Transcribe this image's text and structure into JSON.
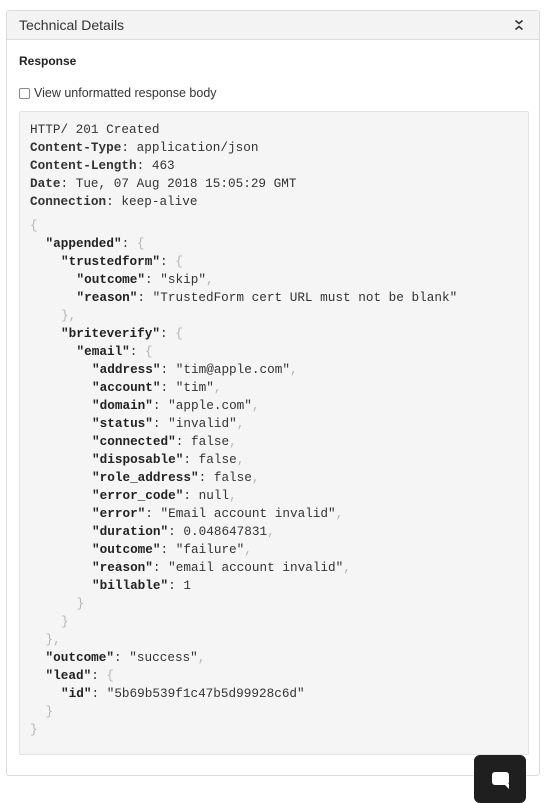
{
  "panel": {
    "title": "Technical Details",
    "collapse_icon": "chevron-collapse-icon"
  },
  "response": {
    "section_title": "Response",
    "checkbox_label": "View unformatted response body",
    "checkbox_checked": false,
    "status_line": "HTTP/ 201 Created",
    "headers": [
      {
        "key": "Content-Type",
        "value": "application/json"
      },
      {
        "key": "Content-Length",
        "value": "463"
      },
      {
        "key": "Date",
        "value": "Tue, 07 Aug 2018 15:05:29 GMT"
      },
      {
        "key": "Connection",
        "value": "keep-alive"
      }
    ],
    "body_lines": [
      {
        "indent": 0,
        "tokens": [
          {
            "t": "punct",
            "v": "{"
          }
        ]
      },
      {
        "indent": 1,
        "tokens": [
          {
            "t": "key",
            "v": "\"appended\""
          },
          {
            "t": "plain",
            "v": ": "
          },
          {
            "t": "punct",
            "v": "{"
          }
        ]
      },
      {
        "indent": 2,
        "tokens": [
          {
            "t": "key",
            "v": "\"trustedform\""
          },
          {
            "t": "plain",
            "v": ": "
          },
          {
            "t": "punct",
            "v": "{"
          }
        ]
      },
      {
        "indent": 3,
        "tokens": [
          {
            "t": "key",
            "v": "\"outcome\""
          },
          {
            "t": "plain",
            "v": ": "
          },
          {
            "t": "str",
            "v": "\"skip\""
          },
          {
            "t": "punct",
            "v": ","
          }
        ]
      },
      {
        "indent": 3,
        "tokens": [
          {
            "t": "key",
            "v": "\"reason\""
          },
          {
            "t": "plain",
            "v": ": "
          },
          {
            "t": "str",
            "v": "\"TrustedForm cert URL must not be blank\""
          }
        ]
      },
      {
        "indent": 2,
        "tokens": [
          {
            "t": "punct",
            "v": "},"
          }
        ]
      },
      {
        "indent": 2,
        "tokens": [
          {
            "t": "key",
            "v": "\"briteverify\""
          },
          {
            "t": "plain",
            "v": ": "
          },
          {
            "t": "punct",
            "v": "{"
          }
        ]
      },
      {
        "indent": 3,
        "tokens": [
          {
            "t": "key",
            "v": "\"email\""
          },
          {
            "t": "plain",
            "v": ": "
          },
          {
            "t": "punct",
            "v": "{"
          }
        ]
      },
      {
        "indent": 4,
        "tokens": [
          {
            "t": "key",
            "v": "\"address\""
          },
          {
            "t": "plain",
            "v": ": "
          },
          {
            "t": "str",
            "v": "\"tim@apple.com\""
          },
          {
            "t": "punct",
            "v": ","
          }
        ]
      },
      {
        "indent": 4,
        "tokens": [
          {
            "t": "key",
            "v": "\"account\""
          },
          {
            "t": "plain",
            "v": ": "
          },
          {
            "t": "str",
            "v": "\"tim\""
          },
          {
            "t": "punct",
            "v": ","
          }
        ]
      },
      {
        "indent": 4,
        "tokens": [
          {
            "t": "key",
            "v": "\"domain\""
          },
          {
            "t": "plain",
            "v": ": "
          },
          {
            "t": "str",
            "v": "\"apple.com\""
          },
          {
            "t": "punct",
            "v": ","
          }
        ]
      },
      {
        "indent": 4,
        "tokens": [
          {
            "t": "key",
            "v": "\"status\""
          },
          {
            "t": "plain",
            "v": ": "
          },
          {
            "t": "str",
            "v": "\"invalid\""
          },
          {
            "t": "punct",
            "v": ","
          }
        ]
      },
      {
        "indent": 4,
        "tokens": [
          {
            "t": "key",
            "v": "\"connected\""
          },
          {
            "t": "plain",
            "v": ": "
          },
          {
            "t": "lit",
            "v": "false"
          },
          {
            "t": "punct",
            "v": ","
          }
        ]
      },
      {
        "indent": 4,
        "tokens": [
          {
            "t": "key",
            "v": "\"disposable\""
          },
          {
            "t": "plain",
            "v": ": "
          },
          {
            "t": "lit",
            "v": "false"
          },
          {
            "t": "punct",
            "v": ","
          }
        ]
      },
      {
        "indent": 4,
        "tokens": [
          {
            "t": "key",
            "v": "\"role_address\""
          },
          {
            "t": "plain",
            "v": ": "
          },
          {
            "t": "lit",
            "v": "false"
          },
          {
            "t": "punct",
            "v": ","
          }
        ]
      },
      {
        "indent": 4,
        "tokens": [
          {
            "t": "key",
            "v": "\"error_code\""
          },
          {
            "t": "plain",
            "v": ": "
          },
          {
            "t": "lit",
            "v": "null"
          },
          {
            "t": "punct",
            "v": ","
          }
        ]
      },
      {
        "indent": 4,
        "tokens": [
          {
            "t": "key",
            "v": "\"error\""
          },
          {
            "t": "plain",
            "v": ": "
          },
          {
            "t": "str",
            "v": "\"Email account invalid\""
          },
          {
            "t": "punct",
            "v": ","
          }
        ]
      },
      {
        "indent": 4,
        "tokens": [
          {
            "t": "key",
            "v": "\"duration\""
          },
          {
            "t": "plain",
            "v": ": "
          },
          {
            "t": "num",
            "v": "0.048647831"
          },
          {
            "t": "punct",
            "v": ","
          }
        ]
      },
      {
        "indent": 4,
        "tokens": [
          {
            "t": "key",
            "v": "\"outcome\""
          },
          {
            "t": "plain",
            "v": ": "
          },
          {
            "t": "str",
            "v": "\"failure\""
          },
          {
            "t": "punct",
            "v": ","
          }
        ]
      },
      {
        "indent": 4,
        "tokens": [
          {
            "t": "key",
            "v": "\"reason\""
          },
          {
            "t": "plain",
            "v": ": "
          },
          {
            "t": "str",
            "v": "\"email account invalid\""
          },
          {
            "t": "punct",
            "v": ","
          }
        ]
      },
      {
        "indent": 4,
        "tokens": [
          {
            "t": "key",
            "v": "\"billable\""
          },
          {
            "t": "plain",
            "v": ": "
          },
          {
            "t": "num",
            "v": "1"
          }
        ]
      },
      {
        "indent": 3,
        "tokens": [
          {
            "t": "punct",
            "v": "}"
          }
        ]
      },
      {
        "indent": 2,
        "tokens": [
          {
            "t": "punct",
            "v": "}"
          }
        ]
      },
      {
        "indent": 1,
        "tokens": [
          {
            "t": "punct",
            "v": "},"
          }
        ]
      },
      {
        "indent": 1,
        "tokens": [
          {
            "t": "key",
            "v": "\"outcome\""
          },
          {
            "t": "plain",
            "v": ": "
          },
          {
            "t": "str",
            "v": "\"success\""
          },
          {
            "t": "punct",
            "v": ","
          }
        ]
      },
      {
        "indent": 1,
        "tokens": [
          {
            "t": "key",
            "v": "\"lead\""
          },
          {
            "t": "plain",
            "v": ": "
          },
          {
            "t": "punct",
            "v": "{"
          }
        ]
      },
      {
        "indent": 2,
        "tokens": [
          {
            "t": "key",
            "v": "\"id\""
          },
          {
            "t": "plain",
            "v": ": "
          },
          {
            "t": "str",
            "v": "\"5b69b539f1c47b5d99928c6d\""
          }
        ]
      },
      {
        "indent": 1,
        "tokens": [
          {
            "t": "punct",
            "v": "}"
          }
        ]
      },
      {
        "indent": 0,
        "tokens": [
          {
            "t": "punct",
            "v": "}"
          }
        ]
      }
    ]
  },
  "chat": {
    "icon": "chat-bubble-icon"
  }
}
